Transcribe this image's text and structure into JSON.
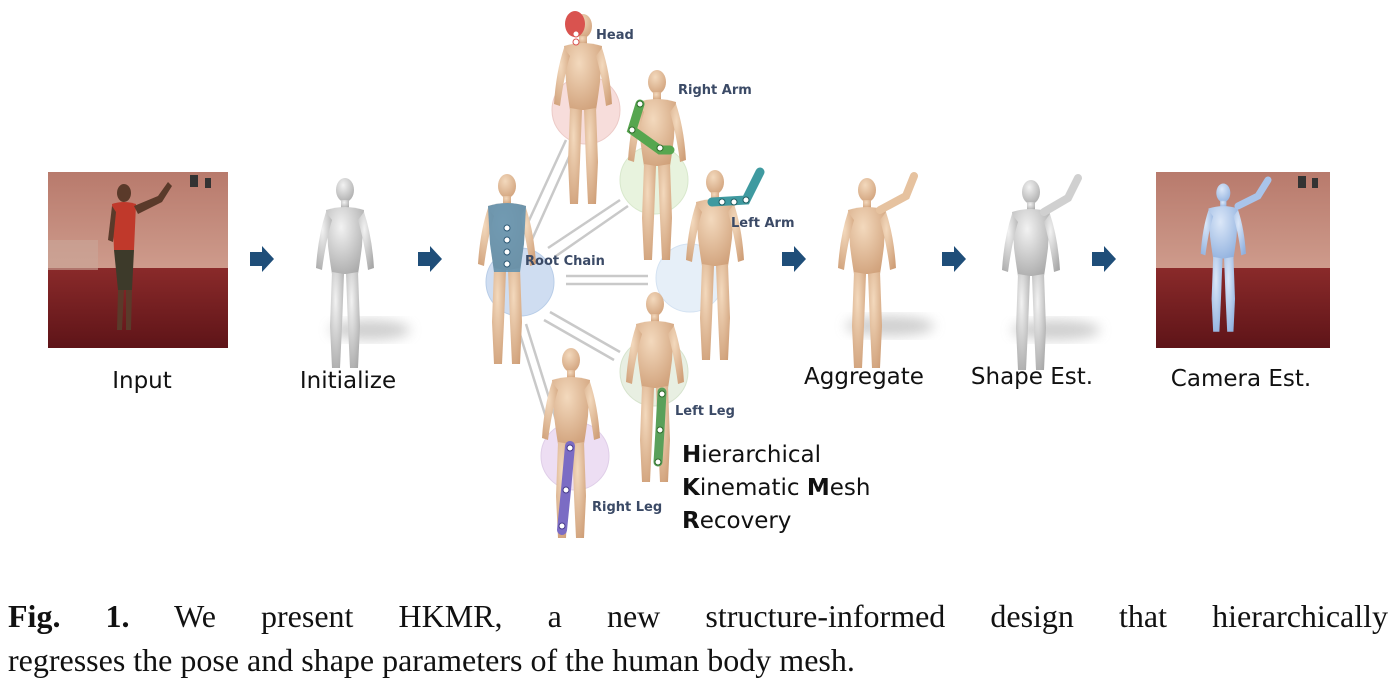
{
  "figure": {
    "stages": {
      "input": "Input",
      "initialize": "Initialize",
      "aggregate": "Aggregate",
      "shape": "Shape Est.",
      "camera": "Camera Est."
    },
    "parts": {
      "head": "Head",
      "right_arm": "Right Arm",
      "left_arm": "Left Arm",
      "root_chain": "Root Chain",
      "left_leg": "Left Leg",
      "right_leg": "Right Leg"
    },
    "hkmr": {
      "line1_initial": "H",
      "line1_rest": "ierarchical",
      "line2_initial": "K",
      "line2_rest": "inematic ",
      "line2_initial2": "M",
      "line2_rest2": "esh",
      "line3_initial": "R",
      "line3_rest": "ecovery"
    },
    "colors": {
      "arrow": "#1f4e79",
      "skin": "#e6c29f",
      "gray_mesh": "#c9c9c9",
      "blue_mesh": "#a9c4ea",
      "head": "#d9534f",
      "right_arm": "#56a64f",
      "left_arm": "#3f9aa0",
      "root_chain": "#5b8fb0",
      "left_leg": "#5aa05a",
      "right_leg": "#7b6cc4",
      "photo_bg": "#c89080",
      "photo_floor": "#7a1f22"
    }
  },
  "caption": {
    "label": "Fig. 1.",
    "line1": "We present HKMR, a new structure-informed design that hierarchically",
    "line2": "regresses the pose and shape parameters of the human body mesh."
  }
}
